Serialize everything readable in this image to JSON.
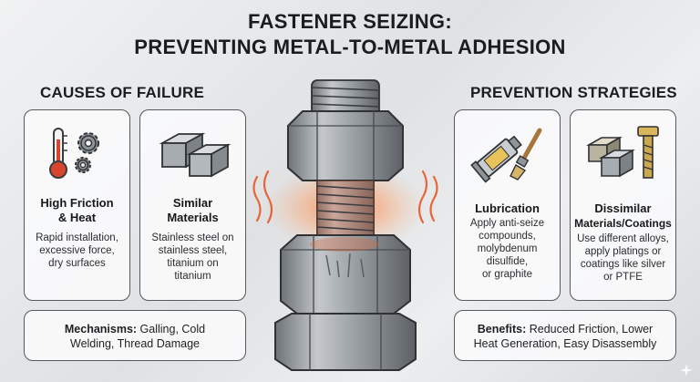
{
  "title": {
    "line1": "FASTENER SEIZING:",
    "line2": "PREVENTING METAL-TO-METAL ADHESION"
  },
  "causes": {
    "heading": "CAUSES OF FAILURE",
    "cards": [
      {
        "title_line1": "High Friction",
        "title_line2": "& Heat",
        "desc": [
          "Rapid installation,",
          "excessive force,",
          "dry surfaces"
        ],
        "icons": [
          "thermometer-icon",
          "gears-icon"
        ]
      },
      {
        "title_line1": "Similar",
        "title_line2": "Materials",
        "desc": [
          "Stainless steel on",
          "stainless steel,",
          "titanium on",
          "titanium"
        ],
        "icons": [
          "metal-blocks-icon"
        ]
      }
    ],
    "bottom": {
      "label": "Mechanisms:",
      "text1": " Galling, Cold",
      "text2": "Welding, Thread Damage"
    }
  },
  "prevention": {
    "heading": "PREVENTION STRATEGIES",
    "cards": [
      {
        "title_line1": "Lubrication",
        "desc": [
          "Apply anti-seize",
          "compounds,",
          "molybdenum",
          "disulfide,",
          "or graphite"
        ],
        "icons": [
          "paste-tube-icon",
          "brush-icon"
        ]
      },
      {
        "title_line1": "Dissimilar",
        "title_line2": "Materials/Coatings",
        "desc": [
          "Use different alloys,",
          "apply platings or",
          "coatings like silver",
          "or PTFE"
        ],
        "icons": [
          "metal-blocks-icon",
          "bolt-icon"
        ]
      }
    ],
    "bottom": {
      "label": "Benefits:",
      "text1": " Reduced Friction, Lower",
      "text2": "Heat Generation, Easy Disassembly"
    }
  },
  "colors": {
    "heat": "#e8643a",
    "steel": "#9ea3a8",
    "border": "#55595e"
  }
}
